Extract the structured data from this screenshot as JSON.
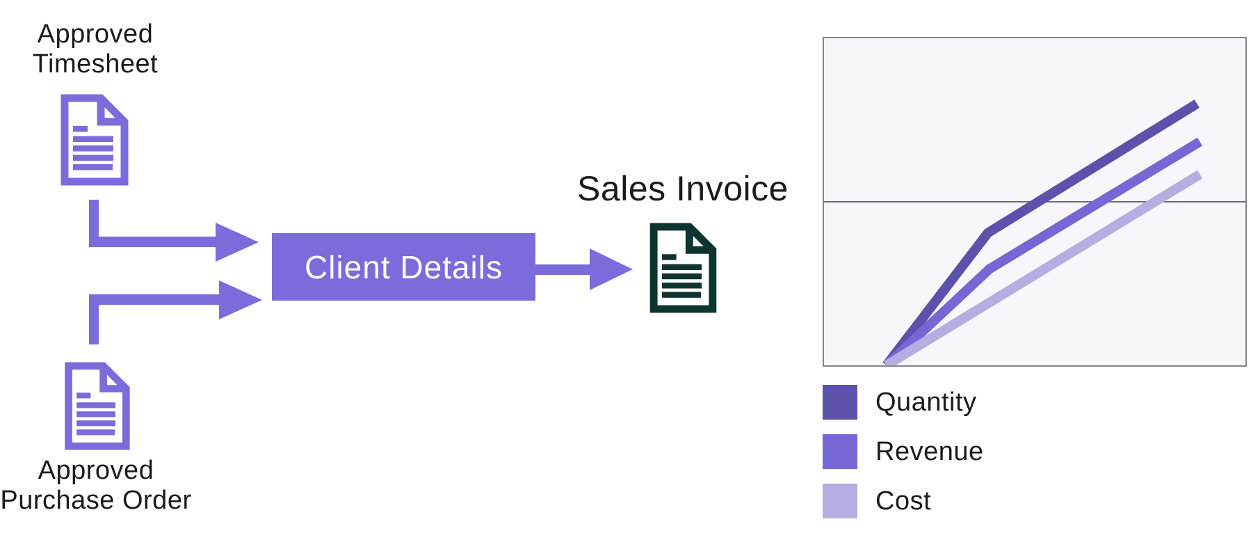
{
  "colors": {
    "accent": "#7B6CDB",
    "invoice_icon": "#0D342F",
    "text": "#1B1B1B",
    "chart_bg": "#F7F7FB",
    "chart_border": "#83838C",
    "chart_gridline": "#6B6B75"
  },
  "flow": {
    "timesheet": {
      "line1": "Approved",
      "line2": "Timesheet",
      "icon": "document-icon"
    },
    "purchase_order": {
      "line1": "Approved",
      "line2": "Purchase Order",
      "icon": "document-icon"
    },
    "process_box": {
      "label": "Client Details"
    },
    "invoice": {
      "label": "Sales Invoice",
      "icon": "document-icon"
    }
  },
  "chart_data": {
    "type": "line",
    "title": "",
    "xlabel": "",
    "ylabel": "",
    "axis_tick_labels": false,
    "grid": "single-horizontal-midline",
    "gridline_y_frac": 0.5,
    "legend_position": "bottom-left",
    "series": [
      {
        "name": "Quantity",
        "color": "#5C51AB",
        "points_frac": [
          [
            0.148,
            0.0
          ],
          [
            0.389,
            0.405
          ],
          [
            0.885,
            0.8
          ]
        ]
      },
      {
        "name": "Revenue",
        "color": "#7568D5",
        "points_frac": [
          [
            0.148,
            0.0
          ],
          [
            0.393,
            0.295
          ],
          [
            0.892,
            0.684
          ]
        ]
      },
      {
        "name": "Cost",
        "color": "#B4AEE2",
        "points_frac": [
          [
            0.148,
            0.0
          ],
          [
            0.892,
            0.584
          ]
        ]
      }
    ]
  }
}
